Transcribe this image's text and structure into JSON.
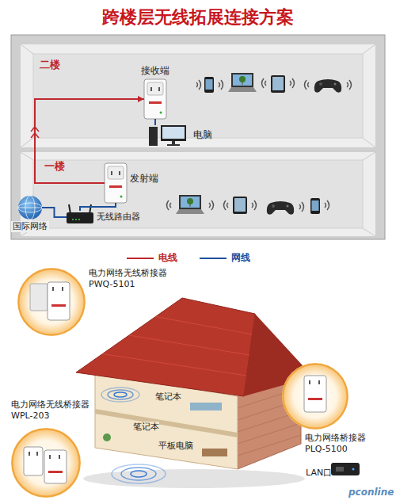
{
  "diagram": {
    "title": "跨楼层无线拓展连接方案",
    "nodes": [
      {
        "text": [
          "二楼"
        ]
      },
      {
        "text": [
          "接收端"
        ],
        "in": 0
      },
      {
        "text": [
          "电脑"
        ],
        "in": 0
      },
      {
        "text": [
          "一楼"
        ]
      },
      {
        "text": [
          "发射端"
        ],
        "in": 3
      },
      {
        "text": [
          "国际网络"
        ],
        "in": 3
      },
      {
        "text": [
          "无线路由器"
        ],
        "in": 3
      },
      {
        "text": [
          "电力网络无线桥接器 PWQ-5101"
        ]
      },
      {
        "text": [
          "电力网络无线桥接器 WPL-203"
        ]
      },
      {
        "text": [
          "电力网络桥接器 PLQ-5100"
        ]
      }
    ],
    "edges": [
      {
        "from": 5,
        "to": 6,
        "arrow": "none"
      },
      {
        "from": 6,
        "to": 4,
        "arrow": "none"
      },
      {
        "from": 4,
        "to": 1,
        "arrow": "to"
      },
      {
        "from": 1,
        "to": 2,
        "arrow": "none"
      }
    ],
    "labels": [
      "笔记本",
      "笔记本",
      "平板电脑",
      "LAN口",
      "pconline"
    ],
    "legend": [
      {
        "text": "电线"
      },
      {
        "text": "网线"
      }
    ]
  }
}
